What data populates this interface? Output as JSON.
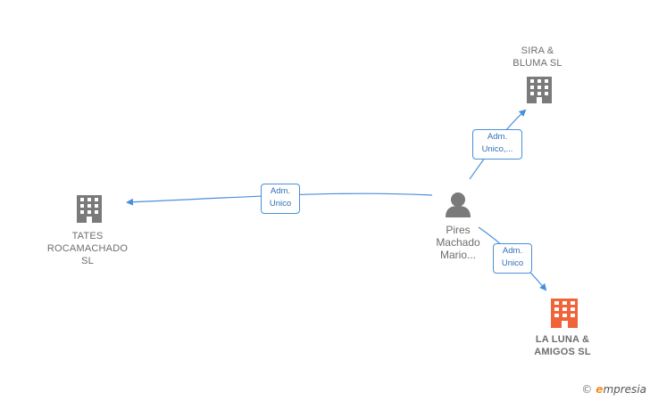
{
  "nodes": {
    "sira": {
      "line1": "SIRA &",
      "line2": "BLUMA  SL"
    },
    "tates": {
      "line1": "TATES",
      "line2": "ROCAMACHADO",
      "line3": "SL"
    },
    "person": {
      "line1": "Pires",
      "line2": "Machado",
      "line3": "Mario..."
    },
    "laluna": {
      "line1": "LA LUNA &",
      "line2": "AMIGOS  SL"
    }
  },
  "edges": {
    "to_sira": {
      "line1": "Adm.",
      "line2": "Unico,..."
    },
    "to_tates": {
      "line1": "Adm.",
      "line2": "Unico"
    },
    "to_laluna": {
      "line1": "Adm.",
      "line2": "Unico"
    }
  },
  "colors": {
    "company": "#7a7a7a",
    "focus_company": "#f0643a",
    "person": "#7a7a7a",
    "edge": "#4a90d9"
  },
  "icons": {
    "company": "building-icon",
    "person": "person-icon"
  },
  "brand": {
    "copyright": "©",
    "initial": "e",
    "rest": "mpresia"
  }
}
